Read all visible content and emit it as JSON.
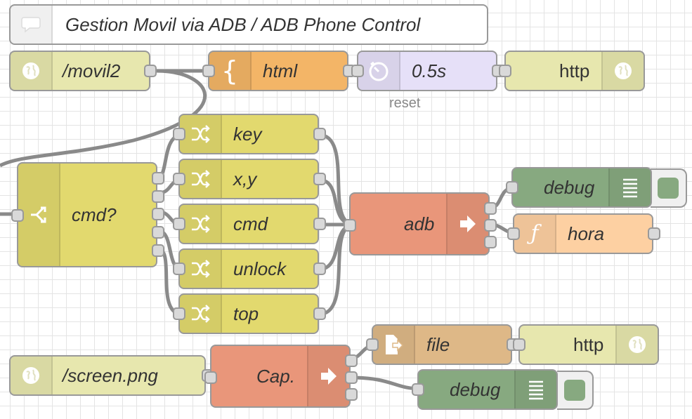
{
  "flow": {
    "comment": "Gestion Movil via ADB / ADB Phone Control",
    "nodes": {
      "http_in_movil": {
        "label": "/movil2",
        "type": "http in",
        "color": "#e7e7ae",
        "icon": "globe-icon"
      },
      "template_html": {
        "label": "html",
        "type": "template",
        "color": "#f3b567",
        "icon": "brace-icon"
      },
      "delay": {
        "label": "0.5s",
        "type": "delay",
        "color": "#e6e0f8",
        "icon": "timer-icon",
        "status": "reset"
      },
      "http_resp_1": {
        "label": "http",
        "type": "http response",
        "color": "#e7e7ae",
        "icon": "globe-icon"
      },
      "switch_cmd": {
        "label": "cmd?",
        "type": "switch",
        "color": "#e2d96e",
        "icon": "switch-icon"
      },
      "change_key": {
        "label": "key",
        "type": "change",
        "color": "#e2d96e",
        "icon": "shuffle-icon"
      },
      "change_xy": {
        "label": "x,y",
        "type": "change",
        "color": "#e2d96e",
        "icon": "shuffle-icon"
      },
      "change_cmd": {
        "label": "cmd",
        "type": "change",
        "color": "#e2d96e",
        "icon": "shuffle-icon"
      },
      "change_unlock": {
        "label": "unlock",
        "type": "change",
        "color": "#e2d96e",
        "icon": "shuffle-icon"
      },
      "change_top": {
        "label": "top",
        "type": "change",
        "color": "#e2d96e",
        "icon": "shuffle-icon"
      },
      "exec_adb": {
        "label": "adb",
        "type": "exec",
        "color": "#e9967a",
        "icon": "arrow-right-icon"
      },
      "debug_1": {
        "label": "debug",
        "type": "debug",
        "color": "#87a980",
        "icon": "list-icon"
      },
      "function_hora": {
        "label": "hora",
        "type": "function",
        "color": "#fdd0a2",
        "icon": "function-icon"
      },
      "http_in_screen": {
        "label": "/screen.png",
        "type": "http in",
        "color": "#e7e7ae",
        "icon": "globe-icon"
      },
      "exec_cap": {
        "label": "Cap.",
        "type": "exec",
        "color": "#e9967a",
        "icon": "arrow-right-icon"
      },
      "file_in": {
        "label": "file",
        "type": "file in",
        "color": "#deb887",
        "icon": "file-icon"
      },
      "http_resp_2": {
        "label": "http",
        "type": "http response",
        "color": "#e7e7ae",
        "icon": "globe-icon"
      },
      "debug_2": {
        "label": "debug",
        "type": "debug",
        "color": "#87a980",
        "icon": "list-icon"
      }
    }
  }
}
